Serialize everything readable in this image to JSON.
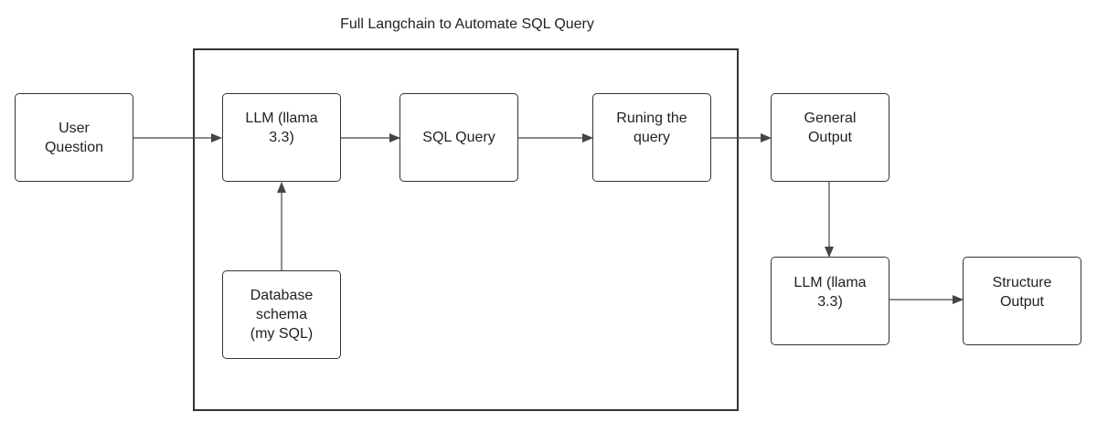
{
  "title": "Full Langchain to Automate SQL Query",
  "colors": {
    "stroke": "#333333",
    "arrow": "#444444",
    "text": "#222222",
    "background": "#ffffff"
  },
  "nodes": {
    "user_question": "User\nQuestion",
    "llm_first": "LLM (llama\n3.3)",
    "sql_query": "SQL Query",
    "running_query": "Runing the\nquery",
    "general_output": "General\nOutput",
    "database_schema": "Database\nschema\n(my SQL)",
    "llm_second": "LLM (llama\n3.3)",
    "structure_output": "Structure\nOutput"
  }
}
